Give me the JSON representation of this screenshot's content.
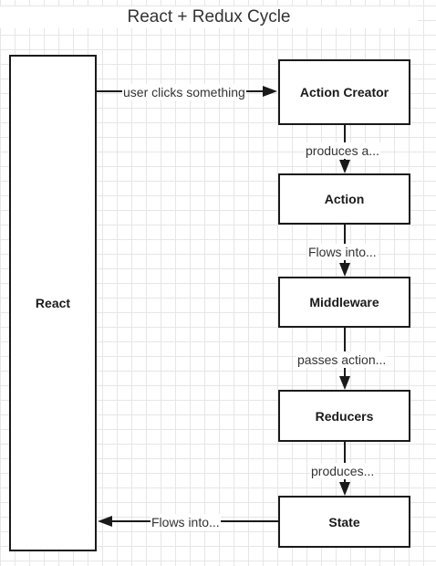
{
  "title": "React + Redux Cycle",
  "nodes": {
    "react": "React",
    "action_creator": "Action Creator",
    "action": "Action",
    "middleware": "Middleware",
    "reducers": "Reducers",
    "state": "State"
  },
  "edges": {
    "react_to_creator": "user clicks something",
    "creator_to_action": "produces a...",
    "action_to_middleware": "Flows into...",
    "middleware_to_reducers": "passes action...",
    "reducers_to_state": "produces...",
    "state_to_react": "Flows into..."
  }
}
